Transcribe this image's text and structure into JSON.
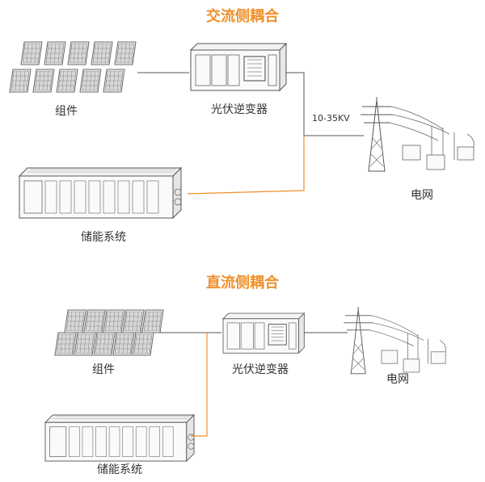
{
  "colors": {
    "accent": "#f0902a",
    "line": "#555555",
    "sketch": "#6b6b6b"
  },
  "ac": {
    "title": "交流侧耦合",
    "pv_label": "组件",
    "inverter_label": "光伏逆变器",
    "voltage_label": "10-35KV",
    "grid_label": "电网",
    "storage_label": "储能系统"
  },
  "dc": {
    "title": "直流侧耦合",
    "pv_label": "组件",
    "inverter_label": "光伏逆变器",
    "grid_label": "电网",
    "storage_label": "储能系统"
  }
}
